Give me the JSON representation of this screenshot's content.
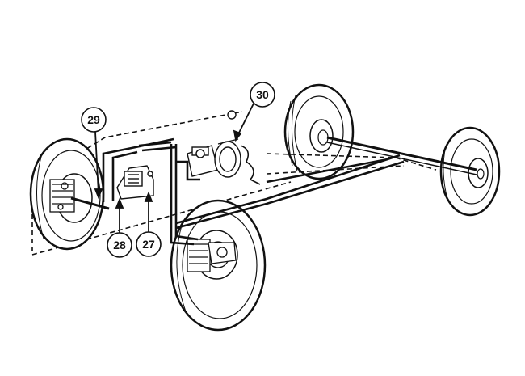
{
  "diagram": {
    "callouts": [
      {
        "id": "29",
        "label": "29"
      },
      {
        "id": "30",
        "label": "30"
      },
      {
        "id": "28",
        "label": "28"
      },
      {
        "id": "27",
        "label": "27"
      }
    ],
    "colors": {
      "line": "#111111",
      "wheel_fill": "#ffffff",
      "hatch": "#333333",
      "background": "#ffffff"
    }
  }
}
